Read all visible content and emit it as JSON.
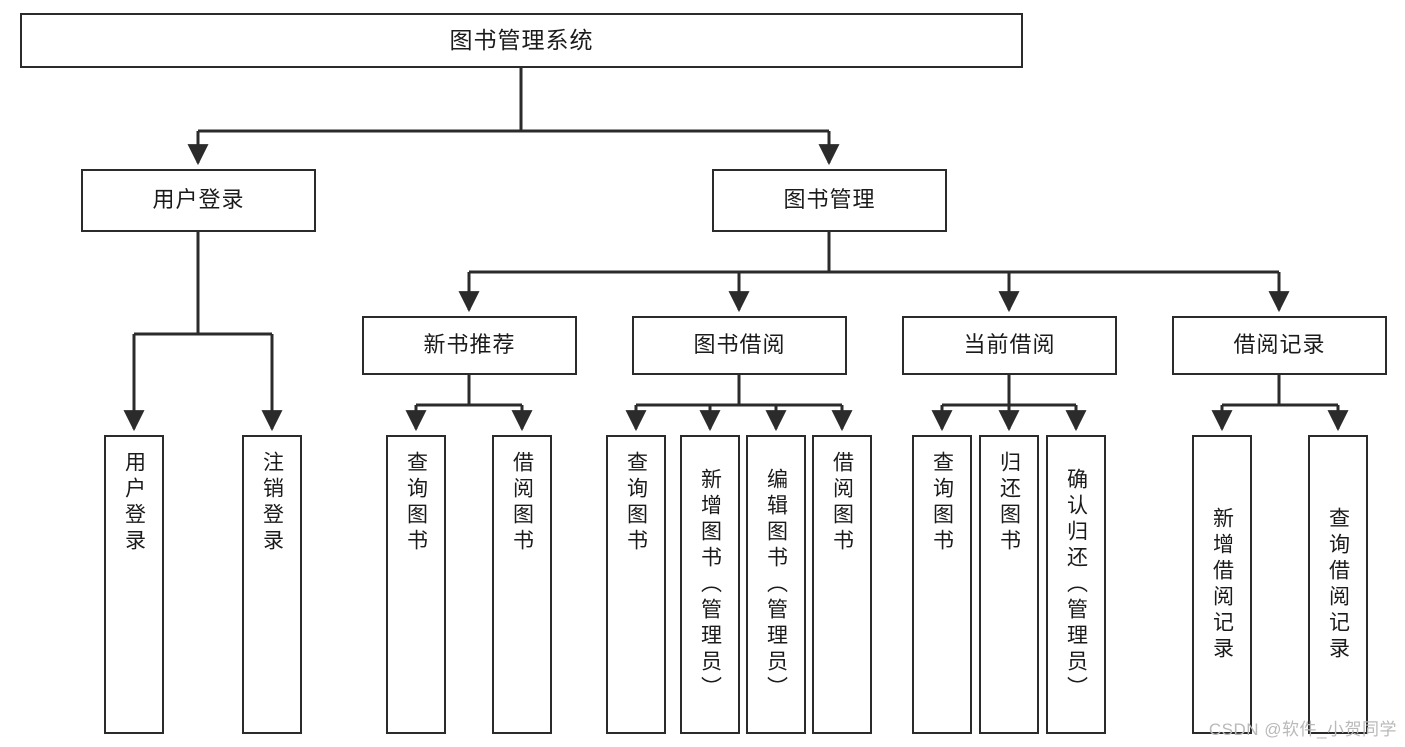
{
  "diagram": {
    "title": "图书管理系统",
    "type": "tree",
    "colors": {
      "box_border": "#2b2b2b",
      "box_fill": "#ffffff",
      "connector": "#2b2b2b",
      "text": "#1b1b1b",
      "watermark": "#b9b9b9"
    },
    "root": {
      "label": "图书管理系统"
    },
    "level2": [
      {
        "id": "user-login",
        "label": "用户登录"
      },
      {
        "id": "book-manage",
        "label": "图书管理"
      }
    ],
    "level3": [
      {
        "id": "new-book-recommend",
        "label": "新书推荐"
      },
      {
        "id": "book-borrow",
        "label": "图书借阅"
      },
      {
        "id": "current-borrow",
        "label": "当前借阅"
      },
      {
        "id": "borrow-record",
        "label": "借阅记录"
      }
    ],
    "leaves": {
      "user-login": [
        {
          "id": "leaf-user-login",
          "label": "用户登录"
        },
        {
          "id": "leaf-user-logout",
          "label": "注销登录"
        }
      ],
      "new-book-recommend": [
        {
          "id": "leaf-query-book-1",
          "label": "查询图书"
        },
        {
          "id": "leaf-borrow-book-1",
          "label": "借阅图书"
        }
      ],
      "book-borrow": [
        {
          "id": "leaf-query-book-2",
          "label": "查询图书"
        },
        {
          "id": "leaf-add-book",
          "label": "新增图书（管理员）"
        },
        {
          "id": "leaf-edit-book",
          "label": "编辑图书（管理员）"
        },
        {
          "id": "leaf-borrow-book-2",
          "label": "借阅图书"
        }
      ],
      "current-borrow": [
        {
          "id": "leaf-query-book-3",
          "label": "查询图书"
        },
        {
          "id": "leaf-return-book",
          "label": "归还图书"
        },
        {
          "id": "leaf-confirm-return",
          "label": "确认归还（管理员）"
        }
      ],
      "borrow-record": [
        {
          "id": "leaf-add-record",
          "label": "新增借阅记录"
        },
        {
          "id": "leaf-query-record",
          "label": "查询借阅记录"
        }
      ]
    },
    "watermark": "CSDN @软件_小贺同学"
  }
}
